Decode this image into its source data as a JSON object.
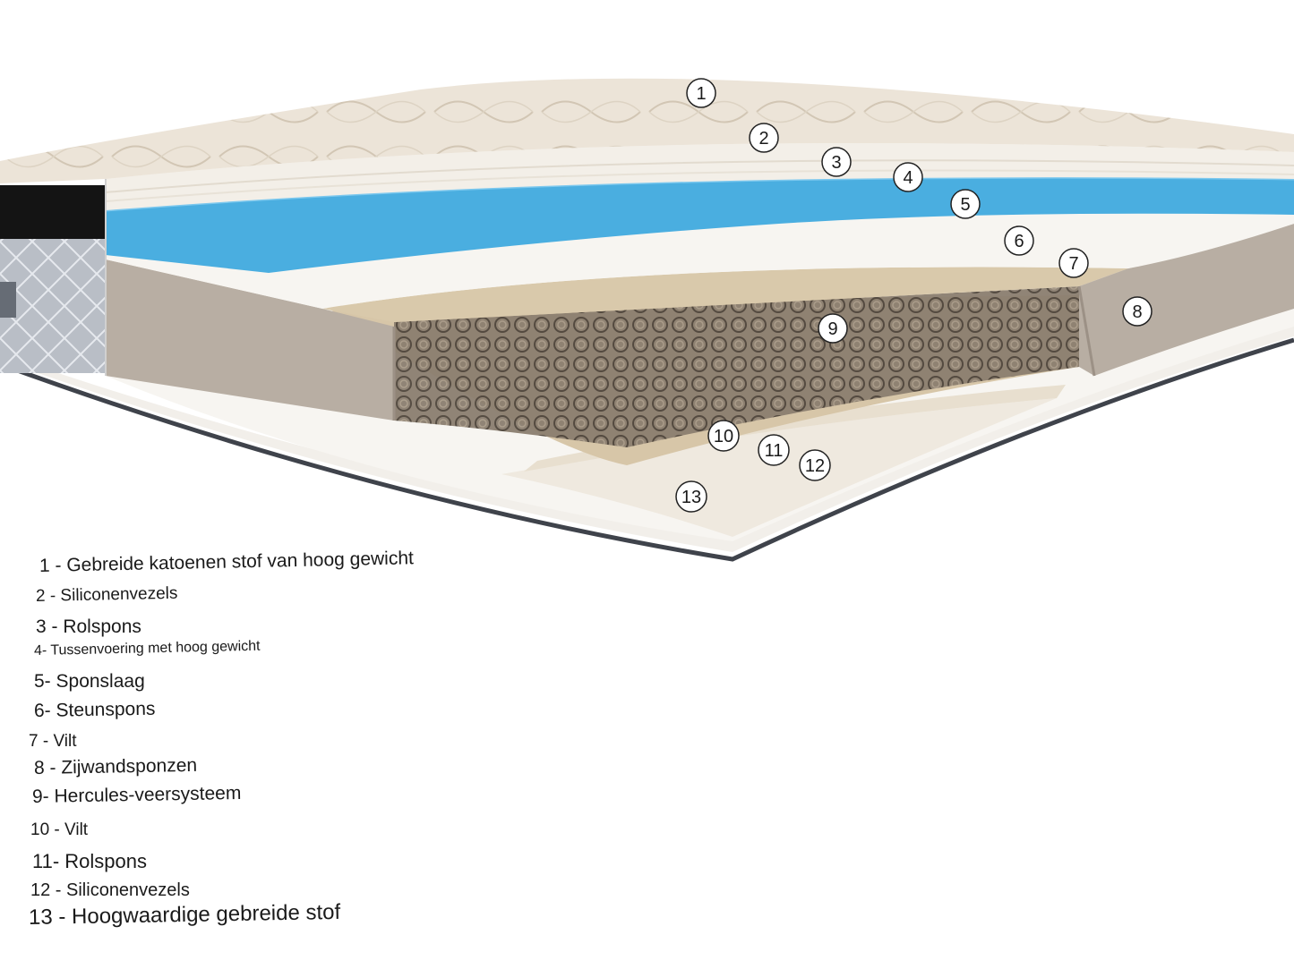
{
  "callouts": [
    "1",
    "2",
    "3",
    "4",
    "5",
    "6",
    "7",
    "8",
    "9",
    "10",
    "11",
    "12",
    "13"
  ],
  "legend": [
    "1 - Gebreide katoenen stof van hoog gewicht",
    "2 - Siliconenvezels",
    "3 - Rolspons",
    "4- Tussenvoering met hoog gewicht",
    "5- Sponslaag",
    "6- Steunspons",
    "7 - Vilt",
    "8 - Zijwandsponzen",
    "9- Hercules-veersysteem",
    "10 - Vilt",
    "11- Rolspons",
    "12 - Siliconenvezels",
    "13 - Hoogwaardige gebreide stof"
  ],
  "colors": {
    "fabric_top": "#ece4d8",
    "quilt_line": "#d6cbbb",
    "memory_foam": "#4aaee0",
    "foam_white": "#f7f5f1",
    "felt": "#d7c6a8",
    "side_foam": "#b8aea3",
    "springs": "#6f6458",
    "border_dark": "#141414",
    "side_panel": "#b9bec6",
    "edge_piping": "#3f434b"
  }
}
